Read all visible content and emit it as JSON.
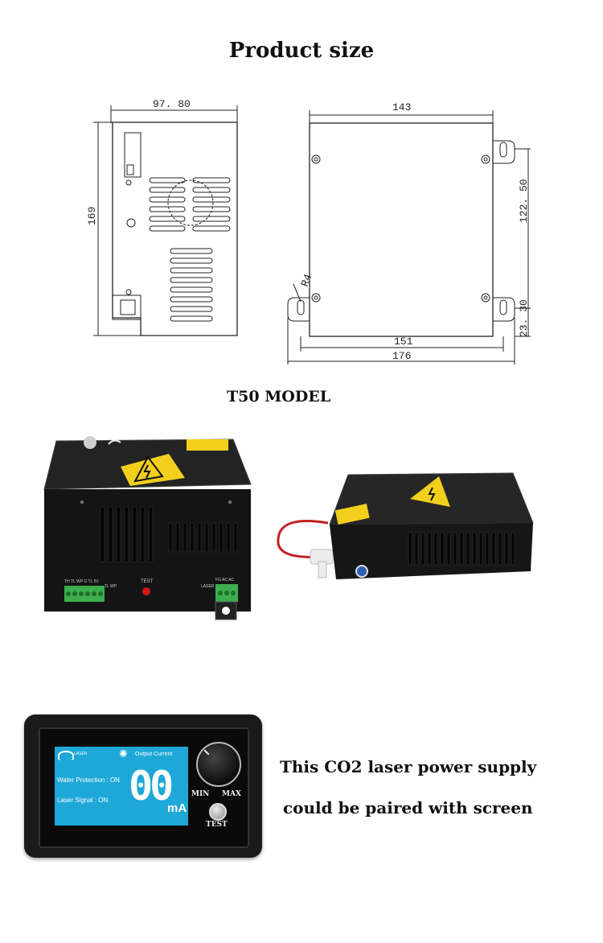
{
  "page": {
    "title": "Product size",
    "model_label": "T50 MODEL",
    "caption_line1": "This CO2 laser power supply",
    "caption_line2": "could be paired with screen"
  },
  "drawing": {
    "side_width": "97. 80",
    "side_height": "169",
    "top_width": "143",
    "top_height": "122. 50",
    "radius": "R4",
    "bottom_offset": "23. 30",
    "inner_width": "151",
    "outer_width": "176"
  },
  "unit": {
    "terminal_left": "TH TL WP G TL 5V",
    "terminal_left_tag": "TL WP",
    "test_label": "TEST",
    "terminal_right_tag": "LASER",
    "terminal_right": "FG AC AC"
  },
  "screen": {
    "brand": "LASER",
    "output_label": "Output Current",
    "water_label": "Water Protection : ON",
    "laser_label": "Laser  Signal : ON",
    "reading": "00",
    "reading_unit": "mA",
    "knob_min": "MIN",
    "knob_max": "MAX",
    "test_button": "TEST"
  },
  "colors": {
    "lcd_bg": "#1ea8d8",
    "case": "#1a1a1a",
    "warning": "#f2cf1c",
    "terminal": "#3cae4e"
  }
}
